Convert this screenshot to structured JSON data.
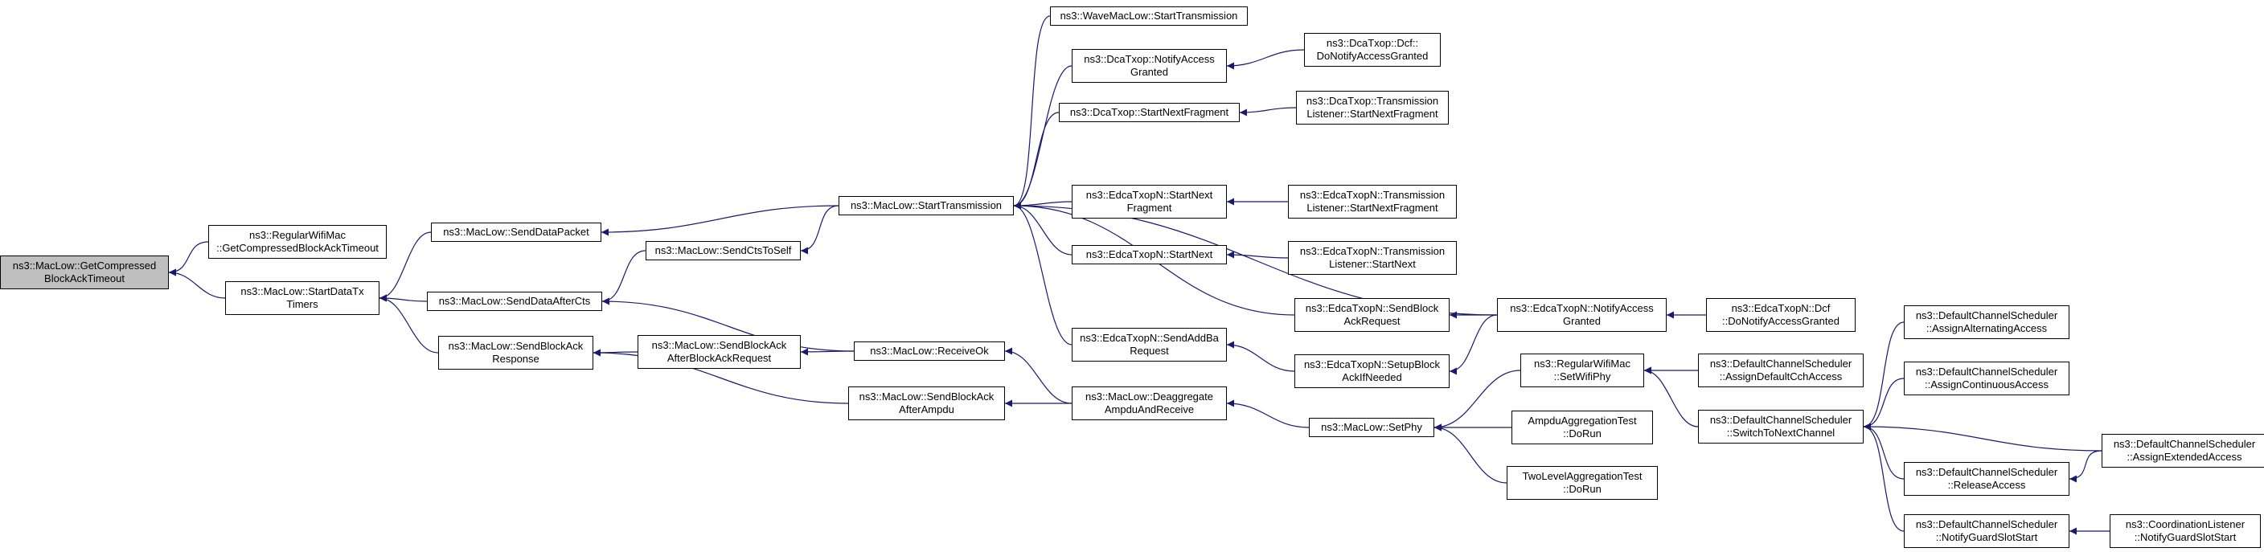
{
  "colors": {
    "edge": "#191970",
    "root_fill": "#bfbfbf",
    "node_border": "#000000"
  },
  "nodes": {
    "root": {
      "lines": [
        "ns3::MacLow::GetCompressed",
        "BlockAckTimeout"
      ]
    },
    "rwm_getcompressed": {
      "lines": [
        "ns3::RegularWifiMac",
        "::GetCompressedBlockAckTimeout"
      ]
    },
    "startdatatx": {
      "lines": [
        "ns3::MacLow::StartDataTx",
        "Timers"
      ]
    },
    "senddatapacket": {
      "lines": [
        "ns3::MacLow::SendDataPacket"
      ]
    },
    "senddataaftercts": {
      "lines": [
        "ns3::MacLow::SendDataAfterCts"
      ]
    },
    "sendblockackresponse": {
      "lines": [
        "ns3::MacLow::SendBlockAck",
        "Response"
      ]
    },
    "sendctstoself": {
      "lines": [
        "ns3::MacLow::SendCtsToSelf"
      ]
    },
    "sendblockackafterbar": {
      "lines": [
        "ns3::MacLow::SendBlockAck",
        "AfterBlockAckRequest"
      ]
    },
    "receiveok": {
      "lines": [
        "ns3::MacLow::ReceiveOk"
      ]
    },
    "sendblockackafterampdu": {
      "lines": [
        "ns3::MacLow::SendBlockAck",
        "AfterAmpdu"
      ]
    },
    "starttransmission": {
      "lines": [
        "ns3::MacLow::StartTransmission"
      ]
    },
    "wave_starttx": {
      "lines": [
        "ns3::WaveMacLow::StartTransmission"
      ]
    },
    "dca_notifyaccess": {
      "lines": [
        "ns3::DcaTxop::NotifyAccess",
        "Granted"
      ]
    },
    "dca_dcf_notify": {
      "lines": [
        "ns3::DcaTxop::Dcf::",
        "DoNotifyAccessGranted"
      ]
    },
    "dca_startnextfrag": {
      "lines": [
        "ns3::DcaTxop::StartNextFragment"
      ]
    },
    "dca_tl_startnextfrag": {
      "lines": [
        "ns3::DcaTxop::Transmission",
        "Listener::StartNextFragment"
      ]
    },
    "edca_startnextfrag": {
      "lines": [
        "ns3::EdcaTxopN::StartNext",
        "Fragment"
      ]
    },
    "edca_tl_startnextfrag": {
      "lines": [
        "ns3::EdcaTxopN::Transmission",
        "Listener::StartNextFragment"
      ]
    },
    "edca_startnext": {
      "lines": [
        "ns3::EdcaTxopN::StartNext"
      ]
    },
    "edca_tl_startnext": {
      "lines": [
        "ns3::EdcaTxopN::Transmission",
        "Listener::StartNext"
      ]
    },
    "edca_sendblockackreq": {
      "lines": [
        "ns3::EdcaTxopN::SendBlock",
        "AckRequest"
      ]
    },
    "edca_notifyaccess": {
      "lines": [
        "ns3::EdcaTxopN::NotifyAccess",
        "Granted"
      ]
    },
    "edca_dcf_notify": {
      "lines": [
        "ns3::EdcaTxopN::Dcf",
        "::DoNotifyAccessGranted"
      ]
    },
    "edca_sendaddba": {
      "lines": [
        "ns3::EdcaTxopN::SendAddBa",
        "Request"
      ]
    },
    "edca_setupblockack": {
      "lines": [
        "ns3::EdcaTxopN::SetupBlock",
        "AckIfNeeded"
      ]
    },
    "deaggregate": {
      "lines": [
        "ns3::MacLow::Deaggregate",
        "AmpduAndReceive"
      ]
    },
    "setphy": {
      "lines": [
        "ns3::MacLow::SetPhy"
      ]
    },
    "rwm_setwifiphy": {
      "lines": [
        "ns3::RegularWifiMac",
        "::SetWifiPhy"
      ]
    },
    "ampdu_test": {
      "lines": [
        "AmpduAggregationTest",
        "::DoRun"
      ]
    },
    "twolevel_test": {
      "lines": [
        "TwoLevelAggregationTest",
        "::DoRun"
      ]
    },
    "dcs_assigndefaultcch": {
      "lines": [
        "ns3::DefaultChannelScheduler",
        "::AssignDefaultCchAccess"
      ]
    },
    "dcs_switchtonext": {
      "lines": [
        "ns3::DefaultChannelScheduler",
        "::SwitchToNextChannel"
      ]
    },
    "dcs_assignalternating": {
      "lines": [
        "ns3::DefaultChannelScheduler",
        "::AssignAlternatingAccess"
      ]
    },
    "dcs_assigncontinuous": {
      "lines": [
        "ns3::DefaultChannelScheduler",
        "::AssignContinuousAccess"
      ]
    },
    "dcs_releaseaccess": {
      "lines": [
        "ns3::DefaultChannelScheduler",
        "::ReleaseAccess"
      ]
    },
    "dcs_assignextended": {
      "lines": [
        "ns3::DefaultChannelScheduler",
        "::AssignExtendedAccess"
      ]
    },
    "dcs_notifyguard": {
      "lines": [
        "ns3::DefaultChannelScheduler",
        "::NotifyGuardSlotStart"
      ]
    },
    "cl_notifyguard": {
      "lines": [
        "ns3::CoordinationListener",
        "::NotifyGuardSlotStart"
      ]
    }
  },
  "edges": [
    [
      "rwm_getcompressed",
      "root"
    ],
    [
      "startdatatx",
      "root"
    ],
    [
      "senddatapacket",
      "startdatatx"
    ],
    [
      "senddataaftercts",
      "startdatatx"
    ],
    [
      "sendblockackresponse",
      "startdatatx"
    ],
    [
      "starttransmission",
      "senddatapacket"
    ],
    [
      "sendctstoself",
      "senddataaftercts"
    ],
    [
      "receiveok",
      "senddataaftercts"
    ],
    [
      "sendblockackafterbar",
      "sendblockackresponse"
    ],
    [
      "sendblockackafterampdu",
      "sendblockackresponse"
    ],
    [
      "starttransmission",
      "sendctstoself"
    ],
    [
      "receiveok",
      "sendblockackafterbar"
    ],
    [
      "deaggregate",
      "receiveok"
    ],
    [
      "deaggregate",
      "sendblockackafterampdu"
    ],
    [
      "wave_starttx",
      "starttransmission"
    ],
    [
      "dca_notifyaccess",
      "starttransmission"
    ],
    [
      "dca_startnextfrag",
      "starttransmission"
    ],
    [
      "edca_notifyaccess",
      "starttransmission"
    ],
    [
      "edca_startnextfrag",
      "starttransmission"
    ],
    [
      "edca_startnext",
      "starttransmission"
    ],
    [
      "edca_sendblockackreq",
      "starttransmission"
    ],
    [
      "edca_sendaddba",
      "starttransmission"
    ],
    [
      "dca_dcf_notify",
      "dca_notifyaccess"
    ],
    [
      "dca_tl_startnextfrag",
      "dca_startnextfrag"
    ],
    [
      "edca_tl_startnextfrag",
      "edca_startnextfrag"
    ],
    [
      "edca_tl_startnext",
      "edca_startnext"
    ],
    [
      "edca_notifyaccess",
      "edca_sendblockackreq"
    ],
    [
      "edca_notifyaccess",
      "edca_setupblockack"
    ],
    [
      "edca_setupblockack",
      "edca_sendaddba"
    ],
    [
      "edca_dcf_notify",
      "edca_notifyaccess"
    ],
    [
      "setphy",
      "deaggregate"
    ],
    [
      "rwm_setwifiphy",
      "setphy"
    ],
    [
      "ampdu_test",
      "setphy"
    ],
    [
      "twolevel_test",
      "setphy"
    ],
    [
      "dcs_assigndefaultcch",
      "rwm_setwifiphy"
    ],
    [
      "dcs_switchtonext",
      "rwm_setwifiphy"
    ],
    [
      "dcs_assignalternating",
      "dcs_switchtonext"
    ],
    [
      "dcs_assigncontinuous",
      "dcs_switchtonext"
    ],
    [
      "dcs_releaseaccess",
      "dcs_switchtonext"
    ],
    [
      "dcs_assignextended",
      "dcs_switchtonext"
    ],
    [
      "dcs_notifyguard",
      "dcs_switchtonext"
    ],
    [
      "dcs_assignextended",
      "dcs_releaseaccess"
    ],
    [
      "cl_notifyguard",
      "dcs_notifyguard"
    ]
  ]
}
